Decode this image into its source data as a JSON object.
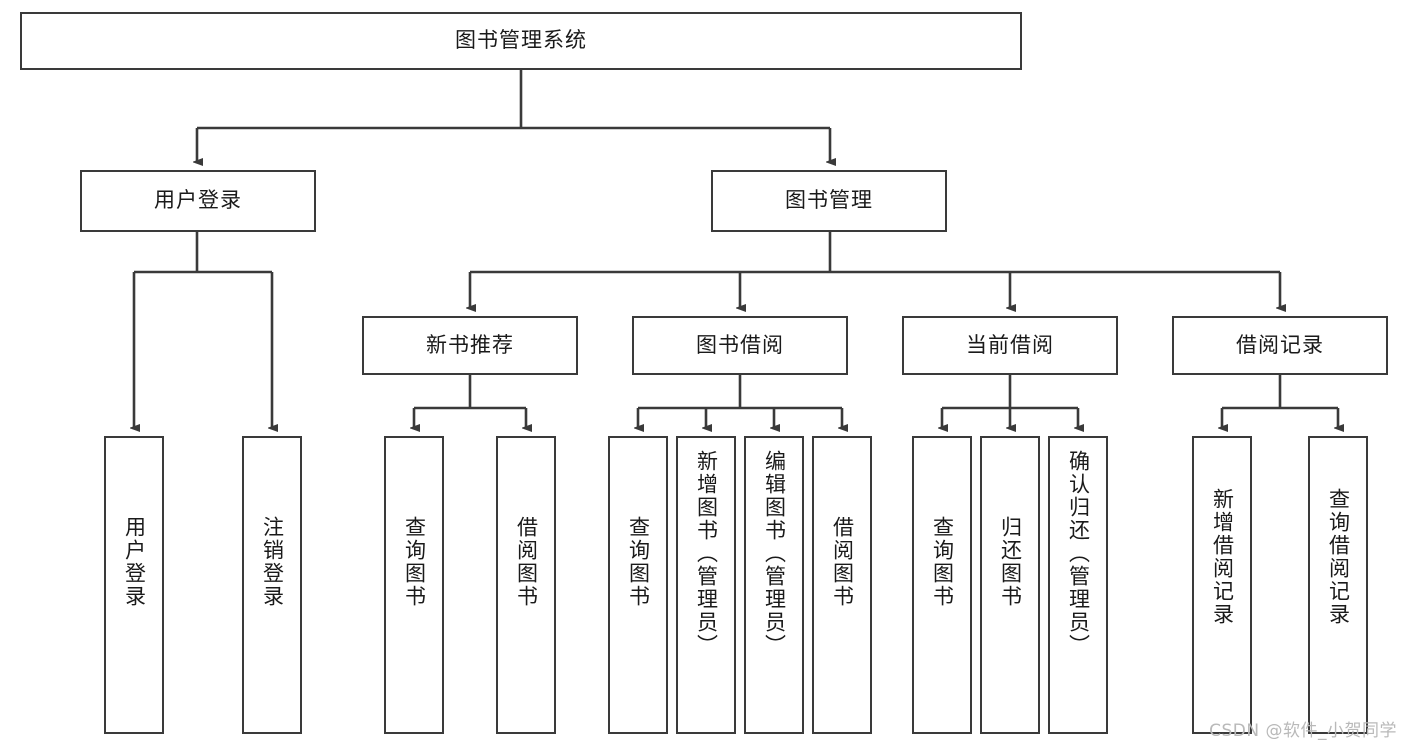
{
  "diagram": {
    "type": "tree-hierarchy-diagram",
    "root": {
      "id": "root",
      "label": "图书管理系统"
    },
    "level2": [
      {
        "id": "user-login",
        "label": "用户登录"
      },
      {
        "id": "book-management",
        "label": "图书管理"
      }
    ],
    "level3": [
      {
        "id": "new-book-recommend",
        "label": "新书推荐",
        "parent": "book-management"
      },
      {
        "id": "book-borrow",
        "label": "图书借阅",
        "parent": "book-management"
      },
      {
        "id": "current-borrow",
        "label": "当前借阅",
        "parent": "book-management"
      },
      {
        "id": "borrow-record",
        "label": "借阅记录",
        "parent": "book-management"
      }
    ],
    "leaves": [
      {
        "id": "leaf-user-login",
        "label": "用户登录",
        "parent": "user-login"
      },
      {
        "id": "leaf-user-logout",
        "label": "注销登录",
        "parent": "user-login"
      },
      {
        "id": "leaf-query-book-1",
        "label": "查询图书",
        "parent": "new-book-recommend"
      },
      {
        "id": "leaf-borrow-book-1",
        "label": "借阅图书",
        "parent": "new-book-recommend"
      },
      {
        "id": "leaf-query-book-2",
        "label": "查询图书",
        "parent": "book-borrow"
      },
      {
        "id": "leaf-add-book",
        "label": "新增图书（管理员）",
        "parent": "book-borrow"
      },
      {
        "id": "leaf-edit-book",
        "label": "编辑图书（管理员）",
        "parent": "book-borrow"
      },
      {
        "id": "leaf-borrow-book-2",
        "label": "借阅图书",
        "parent": "book-borrow"
      },
      {
        "id": "leaf-query-book-3",
        "label": "查询图书",
        "parent": "current-borrow"
      },
      {
        "id": "leaf-return-book",
        "label": "归还图书",
        "parent": "current-borrow"
      },
      {
        "id": "leaf-confirm-return",
        "label": "确认归还（管理员）",
        "parent": "current-borrow"
      },
      {
        "id": "leaf-add-record",
        "label": "新增借阅记录",
        "parent": "borrow-record"
      },
      {
        "id": "leaf-query-record",
        "label": "查询借阅记录",
        "parent": "borrow-record"
      }
    ],
    "watermark": "CSDN @软件_小贺同学",
    "colors": {
      "stroke": "#3a3a3a",
      "background": "#ffffff",
      "text": "#1a1a1a",
      "watermark": "#b9b9b9"
    }
  }
}
